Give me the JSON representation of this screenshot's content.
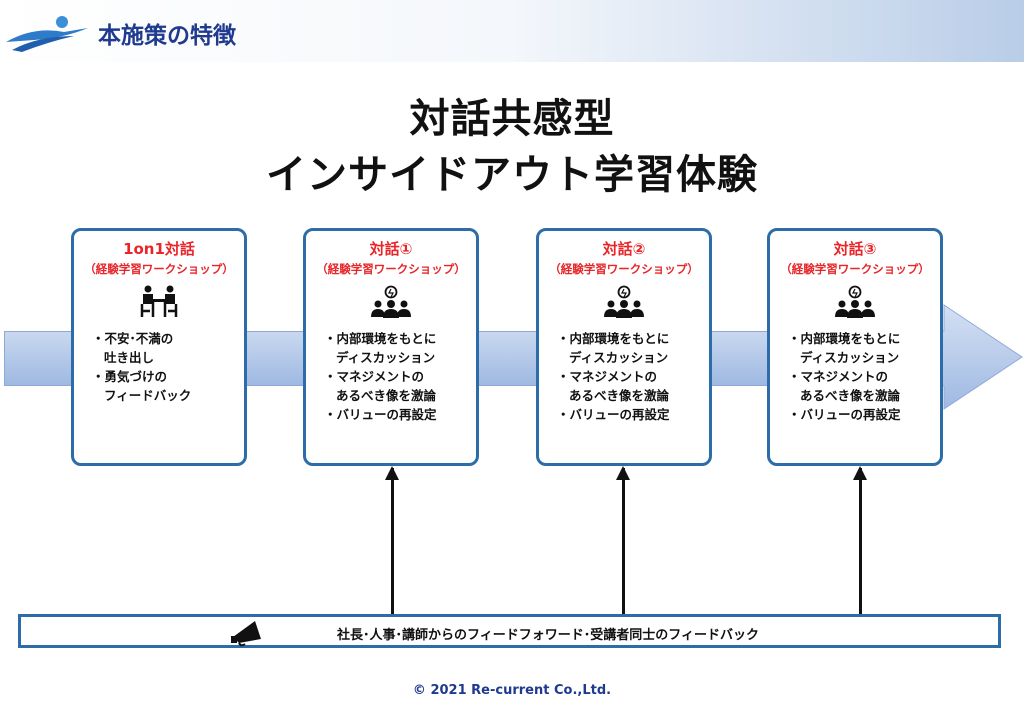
{
  "header": {
    "title": "本施策の特徴"
  },
  "main_title": [
    "対話共感型",
    "インサイドアウト学習体験"
  ],
  "cards": [
    {
      "title": "1on1対話",
      "subtitle": "（経験学習ワークショップ）",
      "icon": "meeting-table-icon",
      "bullets": [
        "・不安･不満の",
        "吐き出し",
        "・勇気づけの",
        "フィードバック"
      ]
    },
    {
      "title": "対話①",
      "subtitle": "（経験学習ワークショップ）",
      "icon": "idea-team-icon",
      "bullets": [
        "・内部環境をもとに",
        "ディスカッション",
        "・マネジメントの",
        "あるべき像を激論",
        "・バリューの再設定"
      ]
    },
    {
      "title": "対話②",
      "subtitle": "（経験学習ワークショップ）",
      "icon": "idea-team-icon",
      "bullets": [
        "・内部環境をもとに",
        "ディスカッション",
        "・マネジメントの",
        "あるべき像を激論",
        "・バリューの再設定"
      ]
    },
    {
      "title": "対話③",
      "subtitle": "（経験学習ワークショップ）",
      "icon": "idea-team-icon",
      "bullets": [
        "・内部環境をもとに",
        "ディスカッション",
        "・マネジメントの",
        "あるべき像を激論",
        "・バリューの再設定"
      ]
    }
  ],
  "feedback_bar": {
    "text": "社長･人事･講師からのフィードフォワード･受講者同士のフィードバック"
  },
  "footer": "© 2021 Re-current Co.,Ltd."
}
